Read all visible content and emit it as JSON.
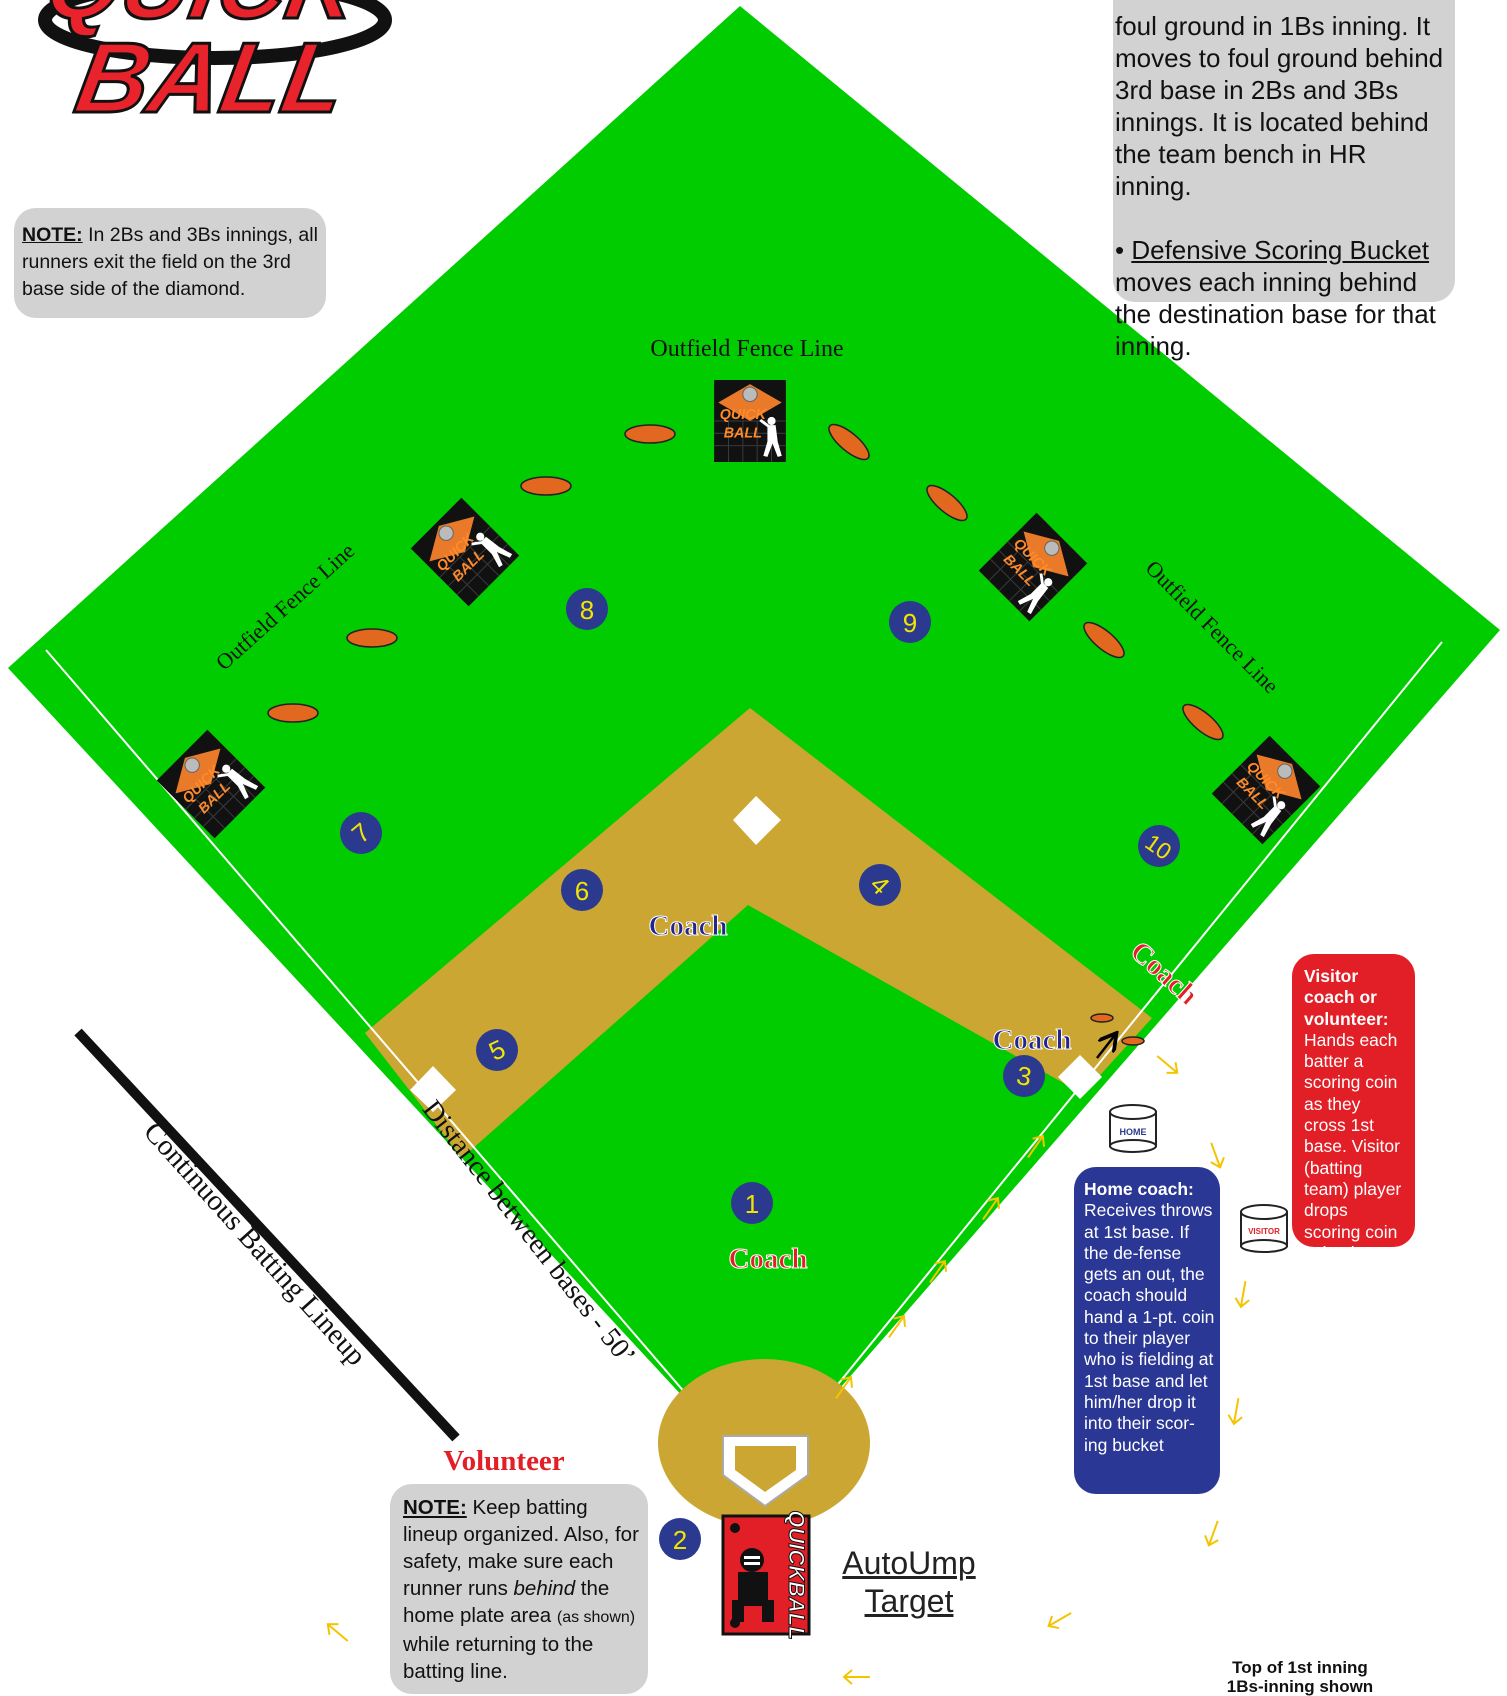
{
  "logo": {
    "line1": "QUICK",
    "line2": "BALL"
  },
  "notes": {
    "top_left": {
      "label": "NOTE:",
      "text": " In 2Bs and 3Bs innings, all runners exit the field on the 3rd base side of the diamond."
    },
    "top_right": {
      "p1_start": "foul ground in 1Bs inning. It moves to foul ground behind 3rd base in 2Bs and 3Bs innings. It is located behind the team bench in HR inning.",
      "p2_bullet": "• ",
      "p2_underlined": "Defensive Scoring Bucket",
      "p2_rest": " moves each inning behind the destination base for that inning."
    },
    "bottom_left": {
      "label": "NOTE:",
      "text1": " Keep batting lineup organized. Also, for safety, make sure each runner runs ",
      "italic": "behind",
      "text2": " the home plate area ",
      "small": "(as shown)",
      "text3": " while returning to the batting line."
    }
  },
  "labels": {
    "outfield_fence_top": "Outfield Fence Line",
    "outfield_fence_left": "Outfield Fence Line",
    "outfield_fence_right": "Outfield Fence Line",
    "distance": "Distance between bases - 50’",
    "lineup": "Continuous Batting Lineup",
    "volunteer": "Volunteer",
    "coach": "Coach",
    "autoump_line1": "AutoUmp",
    "autoump_line2": "Target",
    "caption_line1": "Top of 1st inning",
    "caption_line2": "1Bs-inning shown"
  },
  "visitor_box": {
    "title": "Visitor coach or volunteer:",
    "text": "Hands each batter a scoring coin as they cross 1st base. Visitor (batting team) player drops scoring coin in bucket after completing base running assignment"
  },
  "home_box": {
    "title": "Home coach:",
    "text": "Receives throws at 1st base. If the de-fense gets an out, the coach should hand a 1-pt. coin to their player who is fielding at 1st base and let him/her drop it into their scor-ing bucket"
  },
  "buckets": {
    "home": "HOME",
    "visitor": "VISITOR"
  },
  "target_signs": {
    "line1": "QUICK",
    "line2": "BALL",
    "catcher_sign": "QUICKBALL"
  },
  "positions": [
    "1",
    "2",
    "3",
    "4",
    "5",
    "6",
    "7",
    "8",
    "9",
    "10"
  ],
  "colors": {
    "grass": "#00cc00",
    "infield": "#cca633",
    "fielder_circle": "#2b3a8f",
    "fielder_number": "#f2e400",
    "cone": "#e2681f",
    "coach_blue": "#22258c",
    "coach_red": "#e21f26",
    "arrow": "#f5c400"
  }
}
